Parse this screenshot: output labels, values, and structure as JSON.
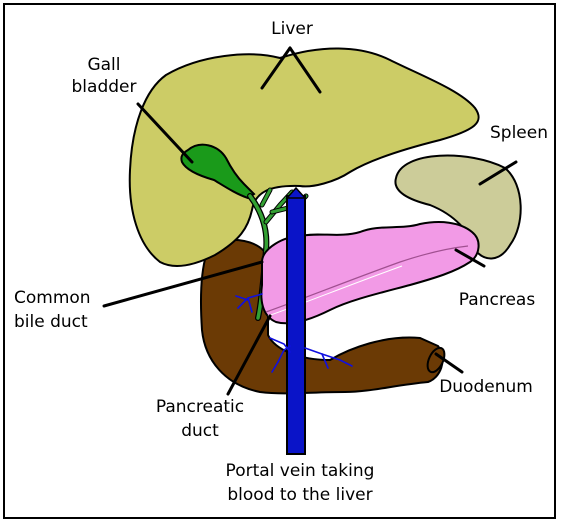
{
  "labels": {
    "liver": "Liver",
    "gall_bladder_line1": "Gall",
    "gall_bladder_line2": "bladder",
    "spleen": "Spleen",
    "common_bile_duct_line1": "Common",
    "common_bile_duct_line2": "bile duct",
    "pancreas": "Pancreas",
    "duodenum": "Duodenum",
    "pancreatic_duct_line1": "Pancreatic",
    "pancreatic_duct_line2": "duct",
    "portal_vein_line1": "Portal vein taking",
    "portal_vein_line2": "blood to the liver"
  },
  "colors": {
    "liver": "#cccc66",
    "gall_bladder": "#1a9a1a",
    "bile_duct": "#33a033",
    "spleen": "#cccc99",
    "pancreas": "#f29ae6",
    "duodenum": "#6b3a05",
    "portal_vein": "#0a14c8",
    "small_veins": "#1010e0",
    "outline": "#000000"
  }
}
